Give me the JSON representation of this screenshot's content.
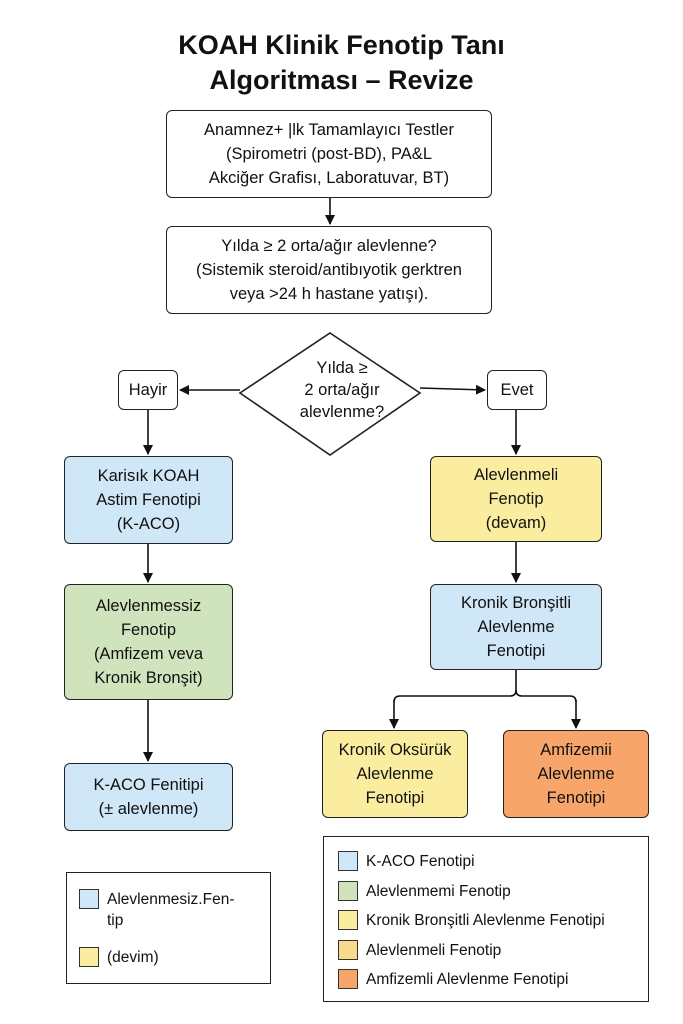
{
  "title": {
    "line1": "KOAH Klinik Fenotip Tanı",
    "line2": "Algoritması – Revize"
  },
  "nodes": {
    "anamnez": [
      "Anamnez+ |lk Tamamlayıcı Testler",
      "(Spirometri (post-BD), PA&L",
      "Akciğer Grafisı, Laboratuvar, BT)"
    ],
    "question_box": [
      "Yılda ≥ 2 orta/ağır alevlenne?",
      "(Sistemik steroid/antibıyotik gerktren",
      "veya >24 h hastane yatışı)."
    ],
    "decision": [
      "Yılda ≥",
      "2 orta/ağır",
      "alevlenme?"
    ],
    "hayir": "Hayir",
    "evet": "Evet",
    "karisik": [
      "Karisık KOAH",
      "Astim Fenotipi",
      "(K-ACO)"
    ],
    "alevlenmessiz": [
      "Alevlenmessiz",
      "Fenotip",
      "(Amfizem veva",
      "Kronik Bronşit)"
    ],
    "kaco_fenitipi": [
      "K-ACO Fenitipi",
      "(± alevlenme)"
    ],
    "alevlenmeli": [
      "Alevlenmeli",
      "Fenotip",
      "(devam)"
    ],
    "kronik_bronsitli": [
      "Kronik Bronşitli",
      "Alevlenme",
      "Fenotipi"
    ],
    "kronik_oksuruk": [
      "Kronik Oksürük",
      "Alevlenme",
      "Fenotipi"
    ],
    "amfizemii": [
      "Amfizemii",
      "Alevlenme",
      "Fenotipi"
    ]
  },
  "legend_left": [
    {
      "color": "#cfe7f7",
      "label_line1": "Alevlenmesiz.Fen-",
      "label_line2": "tip"
    },
    {
      "color": "#fbeda0",
      "label_line1": "(devim)",
      "label_line2": ""
    }
  ],
  "legend_right": [
    {
      "color": "#cfe7f7",
      "label": "K-ACO Fenotipi"
    },
    {
      "color": "#cfe3bc",
      "label": "Alevlenmemi Fenotip"
    },
    {
      "color": "#fbeda0",
      "label": "Kronik Bronşitli Alevlenme Fenotipi"
    },
    {
      "color": "#f9d98a",
      "label": "Alevlenmeli Fenotip"
    },
    {
      "color": "#f7a56b",
      "label": "Amfizemli Alevlenme Fenotipi"
    }
  ]
}
